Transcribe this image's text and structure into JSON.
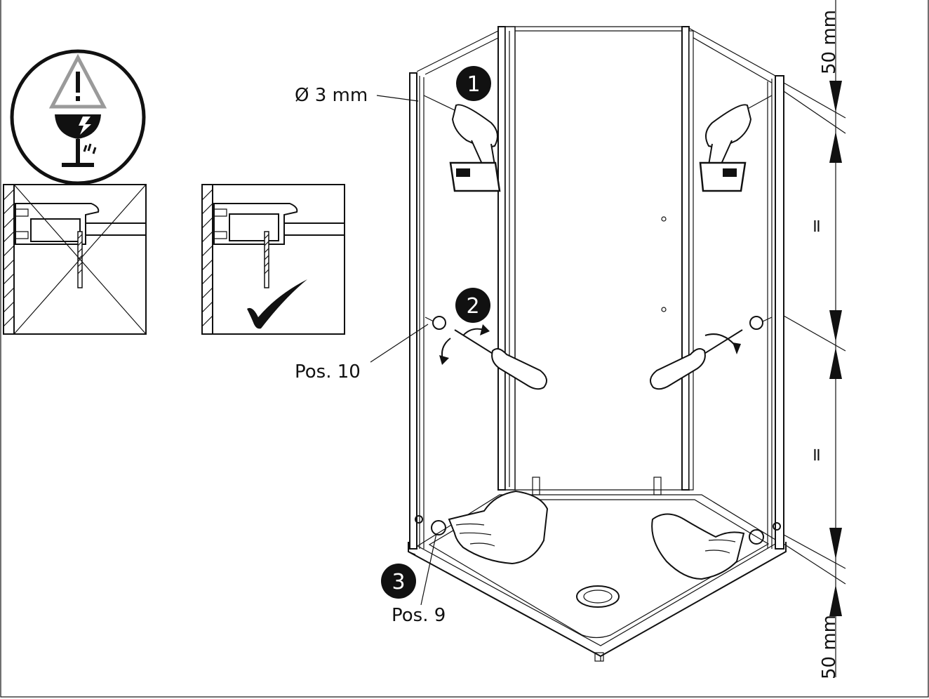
{
  "labels": {
    "drill_size": "Ø 3 mm",
    "pos10": "Pos. 10",
    "pos9": "Pos. 9",
    "dim_top": "50 mm",
    "dim_bottom": "50 mm",
    "equal_upper": "=",
    "equal_lower": "="
  },
  "steps": [
    "1",
    "2",
    "3"
  ],
  "colors": {
    "ink": "#111111",
    "warning_gray": "#9a9a9a",
    "step_fill": "#111111"
  },
  "icons": [
    "warning-triangle-icon",
    "fragile-glass-icon",
    "checkmark-icon",
    "cordless-drill-icon",
    "screwdriver-icon",
    "hand-icon"
  ]
}
